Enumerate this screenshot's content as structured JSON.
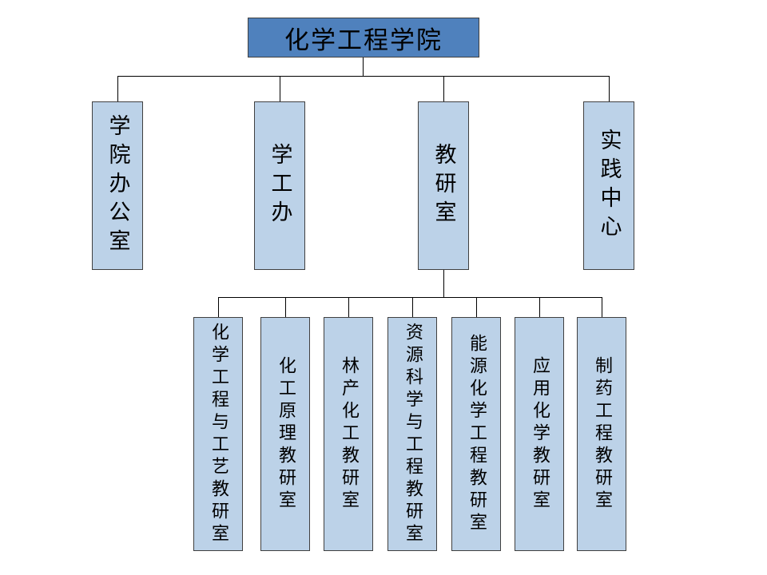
{
  "org": {
    "root": {
      "label": "化学工程学院"
    },
    "level2": [
      {
        "label": "学院办公室"
      },
      {
        "label": "学工办"
      },
      {
        "label": "教研室"
      },
      {
        "label": "实践中心"
      }
    ],
    "level3": [
      {
        "label": "化学工程与工艺教研室"
      },
      {
        "label": "化工原理教研室"
      },
      {
        "label": "林产化工教研室"
      },
      {
        "label": "资源科学与工程教研室"
      },
      {
        "label": "能源化学工程教研室"
      },
      {
        "label": "应用化学教研室"
      },
      {
        "label": "制药工程教研室"
      }
    ],
    "colors": {
      "root_fill": "#4f81bd",
      "child_fill": "#bcd2e8",
      "border": "#404040",
      "connector": "#000000"
    }
  }
}
